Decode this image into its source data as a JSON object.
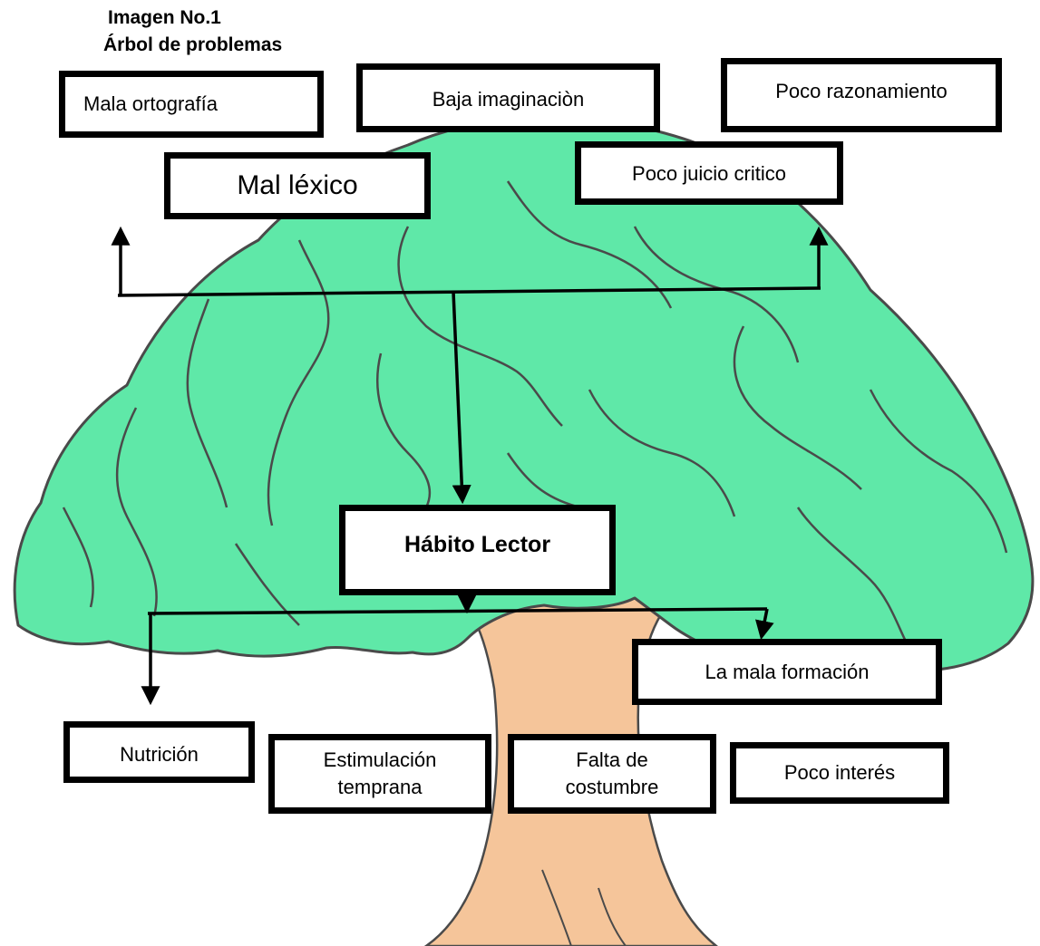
{
  "header": {
    "line1": "Imagen No.1",
    "line2": "Árbol de problemas"
  },
  "effects": {
    "mala_ortografia": "Mala ortografía",
    "baja_imaginacion": "Baja imaginaciòn",
    "poco_razonamiento": "Poco razonamiento",
    "mal_lexico": "Mal léxico",
    "poco_juicio_critico": "Poco juicio critico"
  },
  "problem": {
    "central": "Hábito Lector"
  },
  "causes": {
    "mala_formacion": "La mala formación",
    "nutricion": "Nutrición",
    "estimulacion_line1": "Estimulación",
    "estimulacion_line2": "temprana",
    "falta_line1": "Falta de",
    "falta_line2": "costumbre",
    "poco_interes": "Poco interés"
  },
  "colors": {
    "foliage": "#5fe8a8",
    "trunk": "#f5c59a",
    "outline": "#4a4a4a",
    "box_border": "#000000"
  }
}
